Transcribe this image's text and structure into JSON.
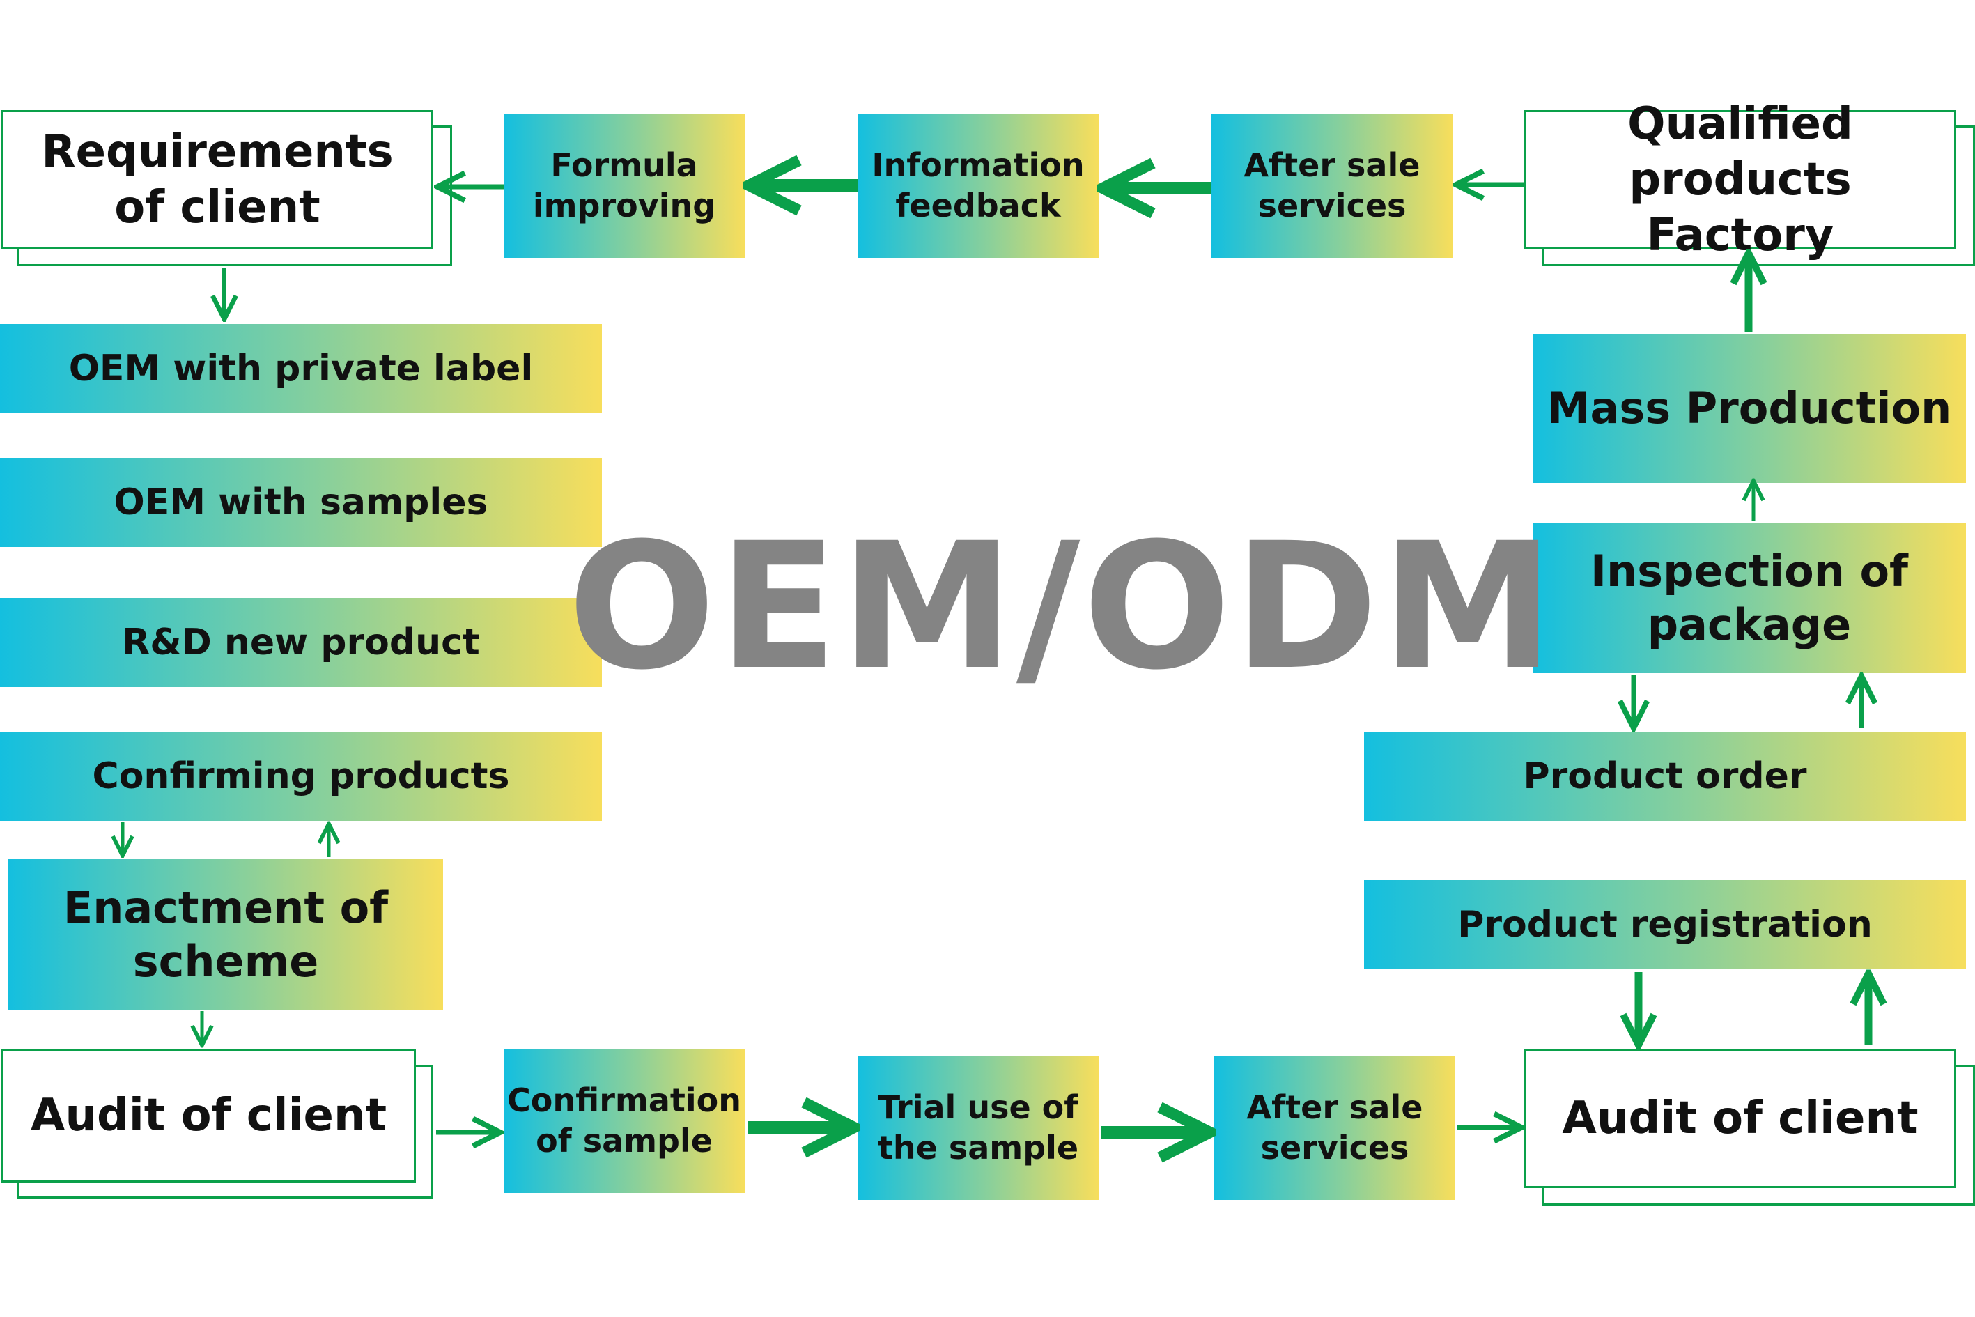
{
  "title": "OEM/ODM",
  "colors": {
    "arrow": "#0aa04a",
    "gradient_start": "#14bfdf",
    "gradient_end": "#f7de5c",
    "title": "#848484"
  },
  "nodes": {
    "requirements": "Requirements of client",
    "formula": "Formula improving",
    "info_feedback": "Information feedback",
    "after_sale_top": "After sale services",
    "qualified": "Qualified products Factory",
    "oem_private": "OEM with private label",
    "oem_samples": "OEM with samples",
    "rnd": "R&D new product",
    "confirming": "Confirming products",
    "enactment": "Enactment of scheme",
    "audit_left": "Audit of client",
    "confirmation_sample": "Confirmation of sample",
    "trial_use": "Trial use of the sample",
    "after_sale_bottom": "After sale services",
    "audit_right": "Audit of client",
    "registration": "Product registration",
    "order": "Product order",
    "inspection": "Inspection of package",
    "mass": "Mass Production"
  }
}
